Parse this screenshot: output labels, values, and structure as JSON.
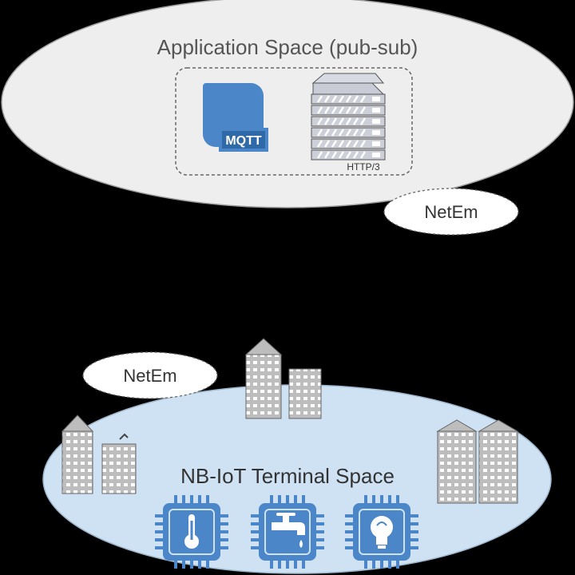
{
  "application_space": {
    "title": "Application Space (pub-sub)"
  },
  "mqtt": {
    "label": "MQTT",
    "color": "#4a86c8"
  },
  "http_server": {
    "label": "HTTP/3"
  },
  "netem_upper": {
    "label": "NetEm"
  },
  "netem_lower": {
    "label": "NetEm"
  },
  "terminal_space": {
    "title": "NB-IoT Terminal Space",
    "fill": "#cfe2f3"
  },
  "device_icons": [
    {
      "name": "thermometer-chip-icon"
    },
    {
      "name": "water-tap-chip-icon"
    },
    {
      "name": "light-bulb-chip-icon"
    }
  ],
  "colors": {
    "background": "#000000",
    "app_space_fill": "#eeeeee",
    "building": "#bdbdbd",
    "chip": "#4a86c8"
  }
}
